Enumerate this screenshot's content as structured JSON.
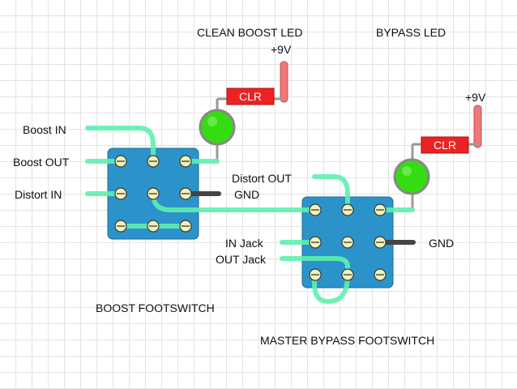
{
  "labels": {
    "clean_boost_led": "CLEAN BOOST LED",
    "bypass_led": "BYPASS LED",
    "plus9v_left": "+9V",
    "plus9v_right": "+9V",
    "boost_in": "Boost IN",
    "boost_out": "Boost OUT",
    "distort_in": "Distort IN",
    "gnd_left": "GND",
    "distort_out": "Distort OUT",
    "in_jack": "IN Jack",
    "out_jack": "OUT Jack",
    "gnd_right": "GND",
    "boost_footswitch": "BOOST FOOTSWITCH",
    "master_bypass_footswitch": "MASTER BYPASS FOOTSWITCH"
  },
  "resistors": {
    "left": "CLR",
    "right": "CLR"
  },
  "colors": {
    "switch_body": "#2b93c9",
    "lug": "#f2f2b6",
    "wire": "#5ef0b0",
    "led": "#33dd11",
    "resistor": "#ee2222",
    "battery_lead": "#f07878",
    "gnd_wire": "#444444"
  }
}
